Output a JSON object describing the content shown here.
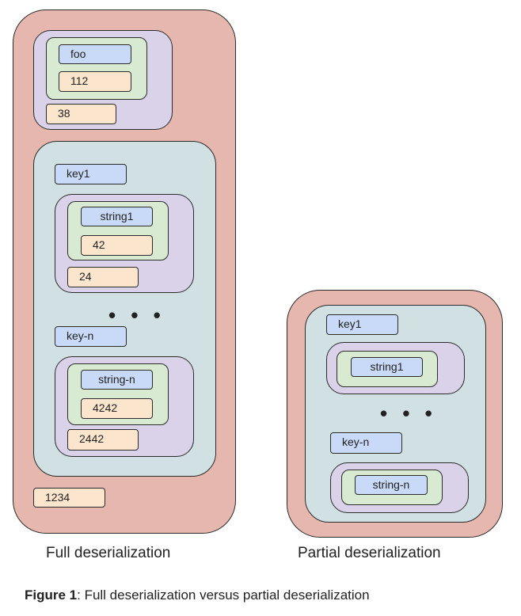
{
  "full": {
    "caption": "Full deserialization",
    "foo_label": "foo",
    "foo_value": "112",
    "foo_size": "38",
    "key1": "key1",
    "string1": "string1",
    "value1": "42",
    "size1": "24",
    "ellipsis": "• • •",
    "keyn": "key-n",
    "stringn": "string-n",
    "valuen": "4242",
    "sizen": "2442",
    "total_size": "1234"
  },
  "partial": {
    "caption": "Partial deserialization",
    "key1": "key1",
    "string1": "string1",
    "ellipsis": "• • •",
    "keyn": "key-n",
    "stringn": "string-n"
  },
  "figure": {
    "label": "Figure 1",
    "text": ": Full deserialization versus partial deserialization"
  },
  "colors": {
    "outer": "#e6b7ae",
    "struct": "#d9d2e9",
    "map": "#d0e0e3",
    "string": "#d9ead3",
    "key": "#c9daf8",
    "value": "#fce5cd"
  }
}
